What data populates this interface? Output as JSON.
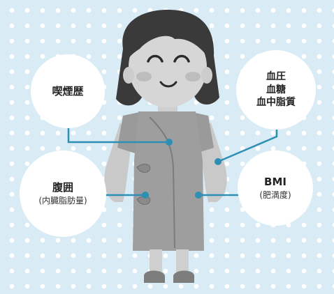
{
  "labels": {
    "smoking": "喫煙歴",
    "blood": [
      "血圧",
      "血糖",
      "血中脂質"
    ],
    "waist": {
      "main": "腹囲",
      "sub": "(内臓脂肪量)"
    },
    "bmi": {
      "main": "BMI",
      "sub": "(肥満度)"
    }
  },
  "colors": {
    "background": "#d9ecf6",
    "dots": "#ffffff",
    "connector": "#2d8fb3"
  }
}
